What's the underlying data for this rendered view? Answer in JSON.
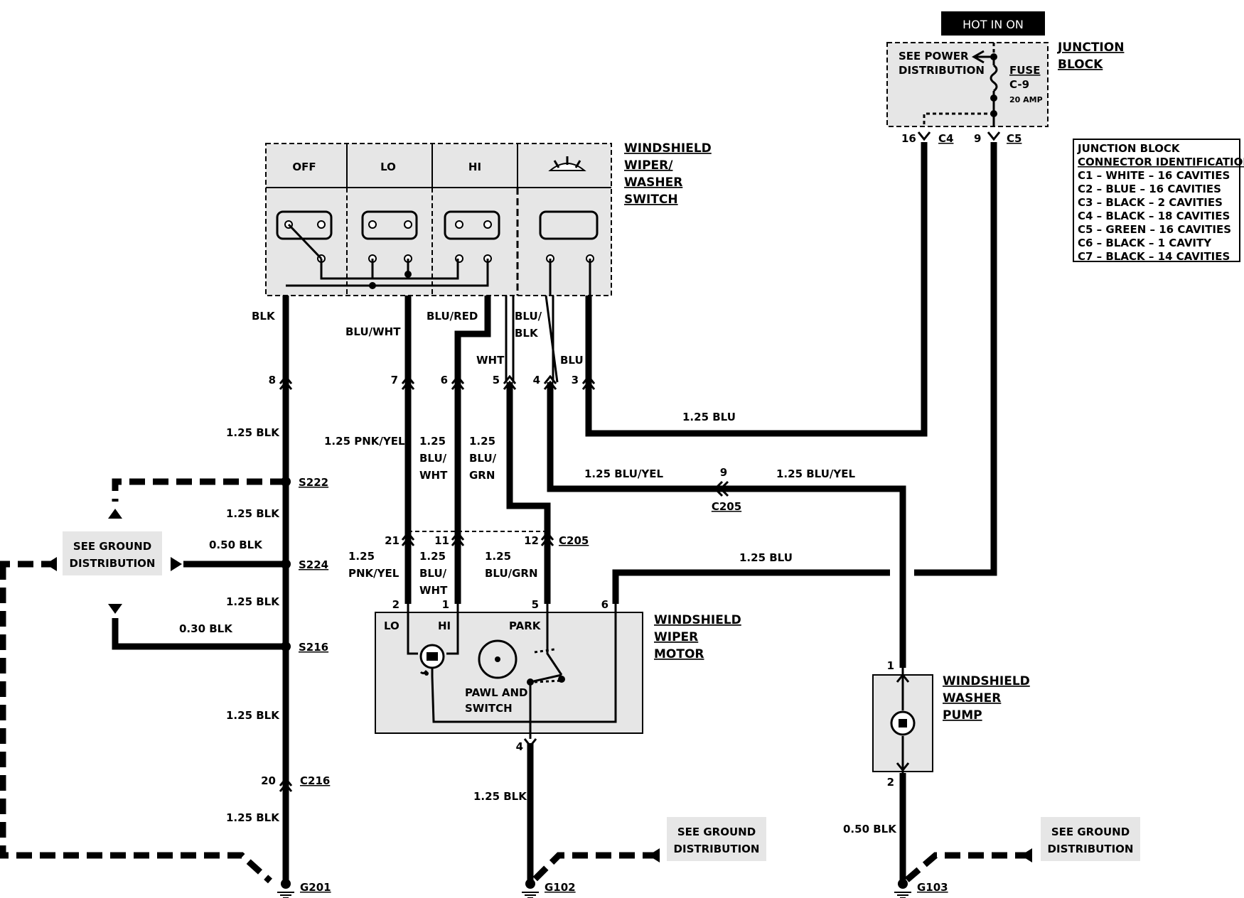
{
  "hot_in_on": "HOT IN ON",
  "junction_block": {
    "title_line1": "JUNCTION",
    "title_line2": "BLOCK",
    "see_power_line1": "SEE POWER",
    "see_power_line2": "DISTRIBUTION",
    "fuse_label": "FUSE",
    "fuse_id": "C-9",
    "fuse_amp": "20 AMP",
    "pin_c4": "16",
    "conn_c4": "C4",
    "pin_c5": "9",
    "conn_c5": "C5"
  },
  "connector_id": {
    "title_line1": "JUNCTION BLOCK",
    "title_line2": "CONNECTOR IDENTIFICATION",
    "rows": [
      "C1 – WHITE – 16 CAVITIES",
      "C2 – BLUE – 16 CAVITIES",
      "C3 – BLACK – 2 CAVITIES",
      "C4 – BLACK – 18 CAVITIES",
      "C5 – GREEN – 16 CAVITIES",
      "C6 – BLACK – 1 CAVITY",
      "C7 – BLACK – 14 CAVITIES"
    ]
  },
  "switch": {
    "title": [
      "WINDSHIELD",
      "WIPER/",
      "WASHER",
      "SWITCH"
    ],
    "positions": [
      "OFF",
      "LO",
      "HI"
    ]
  },
  "switch_wires": {
    "blk": "BLK",
    "blu_wht": "BLU/WHT",
    "blu_red": "BLU/RED",
    "blu_blk_1": "BLU/",
    "blu_blk_2": "BLK",
    "wht": "WHT",
    "blu": "BLU"
  },
  "switch_pins": [
    "8",
    "7",
    "6",
    "5",
    "4",
    "3"
  ],
  "wires": {
    "blk_125": "1.25 BLK",
    "blu_125": "1.25 BLU",
    "pnk_yel_125": "1.25 PNK/YEL",
    "blu_wht_1": "1.25",
    "blu_wht_2": "BLU/",
    "blu_wht_3": "WHT",
    "blu_grn_1": "1.25",
    "blu_grn_2": "BLU/",
    "blu_grn_3": "GRN",
    "blu_yel_125": "1.25 BLU/YEL",
    "blk_050": "0.50 BLK",
    "blk_030": "0.30 BLK",
    "lower_pnk_1": "1.25",
    "lower_pnk_2": "PNK/YEL",
    "lower_blu_wht_1": "1.25",
    "lower_blu_wht_2": "BLU/",
    "lower_blu_wht_3": "WHT",
    "lower_blu_grn_1": "1.25",
    "lower_blu_grn_2": "BLU/GRN"
  },
  "c205": {
    "name": "C205",
    "pin_9": "9",
    "pins": [
      "21",
      "11",
      "12"
    ]
  },
  "splices": [
    "S222",
    "S224",
    "S216"
  ],
  "see_ground": {
    "line1": "SEE GROUND",
    "line2": "DISTRIBUTION"
  },
  "c216": {
    "name": "C216",
    "pin": "20"
  },
  "motor": {
    "title": [
      "WINDSHIELD",
      "WIPER",
      "MOTOR"
    ],
    "lo": "LO",
    "hi": "HI",
    "park": "PARK",
    "pawl_1": "PAWL AND",
    "pawl_2": "SWITCH",
    "pins": [
      "2",
      "1",
      "5",
      "6",
      "4"
    ]
  },
  "pump": {
    "title": [
      "WINDSHIELD",
      "WASHER",
      "PUMP"
    ],
    "pins": [
      "1",
      "2"
    ]
  },
  "grounds": [
    "G201",
    "G102",
    "G103"
  ]
}
